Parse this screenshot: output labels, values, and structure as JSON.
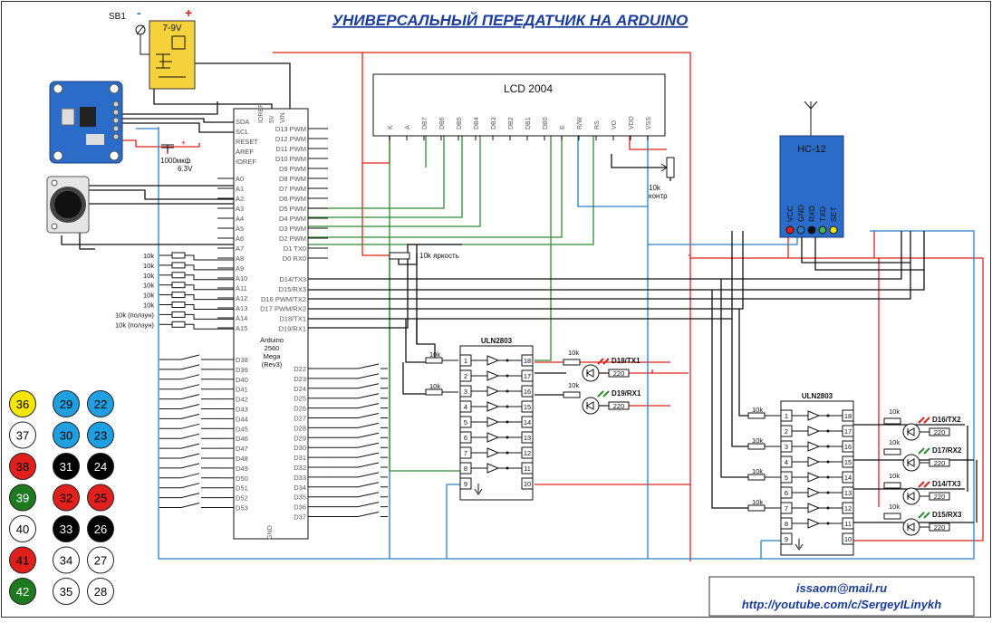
{
  "title": "УНИВЕРСАЛЬНЫЙ ПЕРЕДАТЧИК НА ARDUINO",
  "power": {
    "sb1": "SB1",
    "minus": "-",
    "plus": "+",
    "voltage": "7-9V"
  },
  "cap": {
    "value": "1000мкф",
    "voltage": "6.3V"
  },
  "lcd": {
    "name": "LCD 2004",
    "pins": [
      "K",
      "A",
      "DB7",
      "DB6",
      "DB5",
      "DB4",
      "DB3",
      "DB2",
      "DB1",
      "DB0",
      "E",
      "R/W",
      "RS",
      "VO",
      "VDD",
      "VSS"
    ]
  },
  "contrast_pot": {
    "value": "10k",
    "label": "контр"
  },
  "brightness_pot": {
    "label": "10k яркость"
  },
  "hc12": {
    "name": "HC-12",
    "pins": [
      "VCC",
      "GND",
      "RXD",
      "TXD",
      "SET"
    ]
  },
  "arduino": {
    "name_lines": [
      "Arduino",
      "2560",
      "Mega",
      "(Rev3)"
    ],
    "top_pins": [
      "IOREF",
      "5V",
      "VIN"
    ],
    "bottom_pin": "GND",
    "left_pins_1": [
      "SDA",
      "SCL",
      "RESET",
      "AREF",
      "IOREF"
    ],
    "left_pins_2": [
      "A0",
      "A1",
      "A2",
      "A3",
      "A4",
      "A5",
      "A6",
      "A7",
      "A8",
      "A9",
      "A10",
      "A11",
      "A12",
      "A13",
      "A14",
      "A15"
    ],
    "right_pins_1": [
      "D13 PWM",
      "D12 PWM",
      "D11 PWM",
      "D10 PWM",
      "D9 PWM",
      "D8 PWM",
      "D7 PWM",
      "D6 PWM",
      "D5 PWM",
      "D4 PWM",
      "D3 PWM",
      "D2 PWM",
      "D1 TX0",
      "D0 RX0"
    ],
    "right_pins_2": [
      "D14/TX3",
      "D15/RX3",
      "D16 PWM/TX2",
      "D17 PWM/RX2",
      "D18/TX1",
      "D19/RX1"
    ],
    "left_pins_3": [
      "D38",
      "D39",
      "D40",
      "D41",
      "D42",
      "D43",
      "D44",
      "D45",
      "D46",
      "D47",
      "D48",
      "D49",
      "D50",
      "D51",
      "D52",
      "D53"
    ],
    "right_pins_3": [
      "D22",
      "D23",
      "D24",
      "D25",
      "D26",
      "D27",
      "D28",
      "D29",
      "D30",
      "D31",
      "D32",
      "D33",
      "D34",
      "D35",
      "D36",
      "D37"
    ]
  },
  "left_resistors": [
    "10k",
    "10k",
    "10k",
    "10k",
    "10k",
    "10k",
    "10k (ползун)",
    "10k (ползун)"
  ],
  "uln": {
    "name": "ULN2803",
    "left_pins": [
      "1",
      "2",
      "3",
      "4",
      "5",
      "6",
      "7",
      "8",
      "9"
    ],
    "right_pins": [
      "18",
      "17",
      "16",
      "15",
      "14",
      "13",
      "12",
      "11",
      "10"
    ]
  },
  "uln_resistor": "10k",
  "led_resistor": "220",
  "leds_1": [
    "D18/TX1",
    "D19/RX1"
  ],
  "leds_2": [
    "D16/TX2",
    "D17/RX2",
    "D14/TX3",
    "D15/RX3"
  ],
  "buttons": [
    {
      "num": "36",
      "color": "#f5e600",
      "text": "#000000"
    },
    {
      "num": "29",
      "color": "#1f9fe0",
      "text": "#000000"
    },
    {
      "num": "22",
      "color": "#1f9fe0",
      "text": "#000000"
    },
    {
      "num": "37",
      "color": "#ffffff",
      "text": "#000000"
    },
    {
      "num": "30",
      "color": "#1f9fe0",
      "text": "#000000"
    },
    {
      "num": "23",
      "color": "#1f9fe0",
      "text": "#000000"
    },
    {
      "num": "38",
      "color": "#e0201c",
      "text": "#000000"
    },
    {
      "num": "31",
      "color": "#000000",
      "text": "#ffffff"
    },
    {
      "num": "24",
      "color": "#000000",
      "text": "#ffffff"
    },
    {
      "num": "39",
      "color": "#1e7a1e",
      "text": "#ffffff"
    },
    {
      "num": "32",
      "color": "#e0201c",
      "text": "#000000"
    },
    {
      "num": "25",
      "color": "#e0201c",
      "text": "#000000"
    },
    {
      "num": "40",
      "color": "#ffffff",
      "text": "#000000"
    },
    {
      "num": "33",
      "color": "#000000",
      "text": "#ffffff"
    },
    {
      "num": "26",
      "color": "#000000",
      "text": "#ffffff"
    },
    {
      "num": "41",
      "color": "#e0201c",
      "text": "#000000"
    },
    {
      "num": "34",
      "color": "#ffffff",
      "text": "#000000"
    },
    {
      "num": "27",
      "color": "#ffffff",
      "text": "#000000"
    },
    {
      "num": "42",
      "color": "#1e7a1e",
      "text": "#ffffff"
    },
    {
      "num": "35",
      "color": "#ffffff",
      "text": "#000000"
    },
    {
      "num": "28",
      "color": "#ffffff",
      "text": "#000000"
    }
  ],
  "contact": {
    "email": "issaom@mail.ru",
    "url": "http://youtube.com/c/SergeyILinykh"
  },
  "colors": {
    "wire_red": "#e0201c",
    "wire_blue": "#2a7fc4",
    "wire_green": "#2e8b2e",
    "module_blue": "#2a6cc8",
    "psu_yellow": "#f5d23c"
  }
}
